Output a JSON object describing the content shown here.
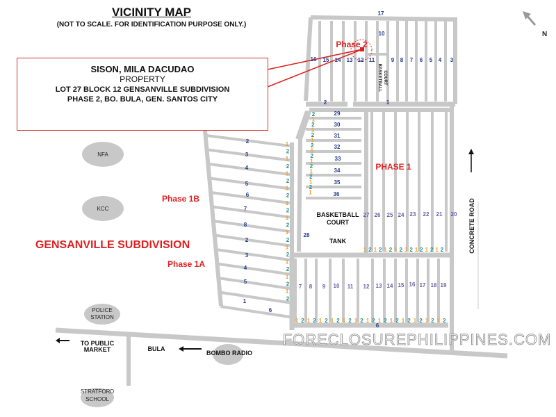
{
  "header": {
    "title": "VICINITY MAP",
    "subtitle": "(NOT TO SCALE. FOR IDENTIFICATION PURPOSE ONLY.)"
  },
  "property": {
    "owner": "SISON, MILA DACUDAO",
    "type": "PROPERTY",
    "line1": "LOT 27  BLOCK 12  GENSANVILLE SUBDIVISION",
    "line2": "PHASE 2, BO. BULA,  GEN. SANTOS CITY"
  },
  "phases": {
    "phase2": "Phase 2",
    "phase1": "PHASE 1",
    "phase1b": "Phase 1B",
    "phase1a": "Phase 1A"
  },
  "subdivision_name": "GENSANVILLE SUBDIVISION",
  "north_label": "N",
  "landmarks": {
    "nfa": "NFA",
    "kcc": "KCC",
    "police_1": "POLICE",
    "police_2": "STATION",
    "market_1": "TO PUBLIC",
    "market_2": "MARKET",
    "bula": "BULA",
    "bombo": "BOMBO RADIO",
    "stratford_1": "STRATFORD",
    "stratford_2": "SCHOOL",
    "concrete_road": "CONCRETE ROAD",
    "bball_top_1": "BASKETBALL",
    "bball_top_2": "COURT",
    "bball_1": "BASKETBALL",
    "bball_2": "COURT",
    "tank": "TANK"
  },
  "watermark": "FORECLOSUREPHILIPPINES.COM",
  "lots": {
    "phase2_row": [
      "16",
      "15",
      "14",
      "13",
      "12",
      "11",
      "9",
      "8",
      "7",
      "6",
      "5",
      "4",
      "3"
    ],
    "phase2_other": [
      "17",
      "10",
      "2",
      "1"
    ],
    "phase1_stack": [
      "29",
      "30",
      "31",
      "32",
      "33",
      "34",
      "35",
      "36"
    ],
    "phase1_row": [
      "27",
      "26",
      "25",
      "24",
      "23",
      "22",
      "21",
      "20"
    ],
    "phase1_bottom": [
      "7",
      "8",
      "9",
      "10",
      "11",
      "12",
      "13",
      "14",
      "15",
      "16",
      "17",
      "18",
      "19"
    ],
    "phase1_other": [
      "6",
      "28"
    ],
    "phase1b_lots": [
      "2",
      "3",
      "4",
      "5",
      "6",
      "7",
      "8"
    ],
    "phase1a_lots": [
      "2",
      "3",
      "4",
      "5",
      "1",
      "6"
    ],
    "lot_marks_bottom": [
      "1",
      "2",
      "1",
      "2",
      "1",
      "2",
      "1",
      "2",
      "1",
      "2",
      "1",
      "2",
      "1",
      "2",
      "1",
      "2",
      "1",
      "2",
      "1",
      "2",
      "1",
      "2",
      "1",
      "2",
      "1",
      "2"
    ],
    "lot_marks_mid": [
      "1",
      "2",
      "1",
      "2",
      "1",
      "2",
      "1",
      "2",
      "1",
      "2",
      "1",
      "2",
      "1",
      "2",
      "1",
      "2"
    ],
    "lot_marks_left": [
      "1",
      "2",
      "1",
      "2",
      "1",
      "2",
      "1",
      "2",
      "1",
      "2",
      "1",
      "2",
      "1",
      "2",
      "1",
      "2",
      "1",
      "2",
      "1",
      "2",
      "1",
      "2"
    ],
    "lot_marks_stack": [
      "2",
      "1",
      "2",
      "1",
      "2",
      "1",
      "2",
      "1",
      "2",
      "1",
      "2",
      "1",
      "2",
      "1",
      "2",
      "1"
    ]
  },
  "colors": {
    "accent_red": "#e02020",
    "road_gray": "#c8c8c8",
    "lot_blue": "#1f3c8f"
  }
}
